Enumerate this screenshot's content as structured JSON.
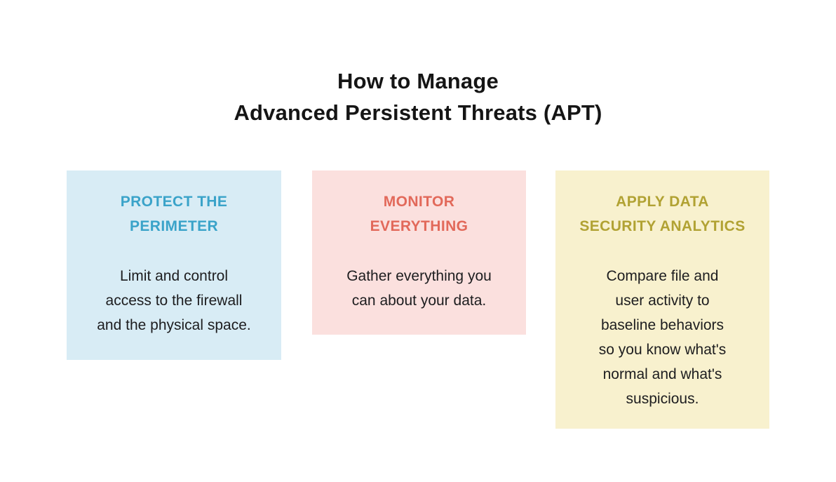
{
  "page": {
    "title": "How to Manage\nAdvanced Persistent Threats (APT)",
    "background_color": "#ffffff",
    "title_color": "#151515"
  },
  "cards": [
    {
      "id": "protect-the-perimeter",
      "heading": "PROTECT THE\nPERIMETER",
      "body": "Limit and control\naccess to the firewall\nand the physical space.",
      "bg_color": "#d8ecf5",
      "heading_color": "#3aa3c9",
      "body_color": "#1d1d1f"
    },
    {
      "id": "monitor-everything",
      "heading": "MONITOR\nEVERYTHING",
      "body": "Gather everything you\ncan about your data.",
      "bg_color": "#fbe0de",
      "heading_color": "#e2695a",
      "body_color": "#1d1d1f"
    },
    {
      "id": "apply-data-security-analytics",
      "heading": "APPLY DATA\nSECURITY ANALYTICS",
      "body": "Compare file and\nuser activity to\nbaseline behaviors\nso you know what's\nnormal and what's\nsuspicious.",
      "bg_color": "#f8f1ce",
      "heading_color": "#b1a233",
      "body_color": "#1d1d1f"
    }
  ]
}
